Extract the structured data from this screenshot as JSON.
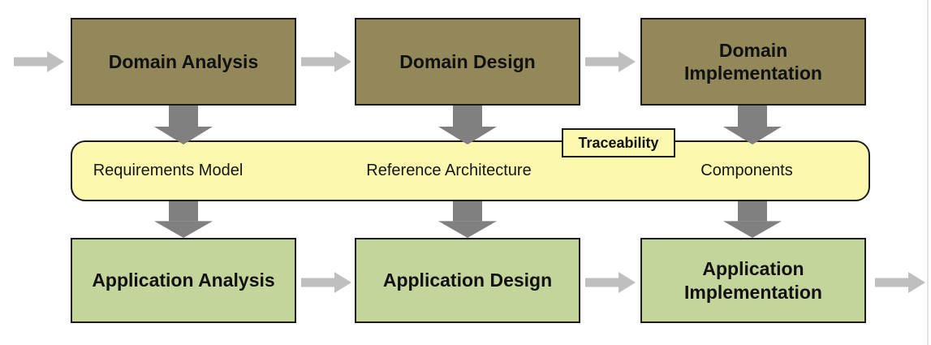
{
  "colors": {
    "domain_box_fill": "#92885A",
    "application_box_fill": "#C4D59C",
    "band_fill": "#FCF9AE",
    "box_border": "#1C1C1C",
    "arrow_horizontal": "#BFBFBF",
    "arrow_vertical": "#808080"
  },
  "domain_row": {
    "boxes": [
      {
        "label": "Domain Analysis"
      },
      {
        "label": "Domain Design"
      },
      {
        "label": "Domain Implementation"
      }
    ]
  },
  "artifacts_band": {
    "tag": "Traceability",
    "items": [
      {
        "label": "Requirements Model"
      },
      {
        "label": "Reference Architecture"
      },
      {
        "label": "Components"
      }
    ]
  },
  "application_row": {
    "boxes": [
      {
        "label": "Application Analysis"
      },
      {
        "label": "Application Design"
      },
      {
        "label": "Application Implementation"
      }
    ]
  }
}
